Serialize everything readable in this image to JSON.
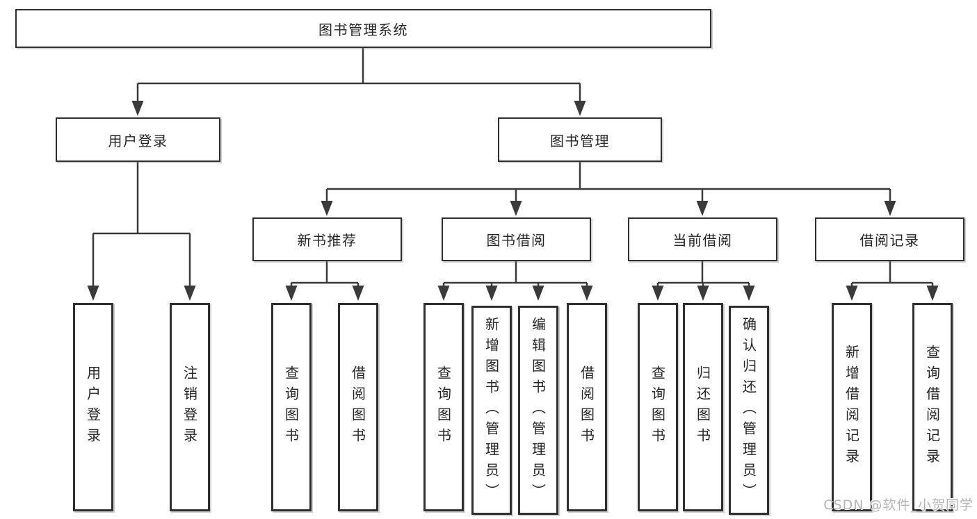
{
  "diagram": {
    "root": "图书管理系统",
    "level2": {
      "user_login": "用户登录",
      "book_mgmt": "图书管理"
    },
    "level3": {
      "new_books": "新书推荐",
      "book_borrow": "图书借阅",
      "current_borrow": "当前借阅",
      "borrow_records": "借阅记录"
    },
    "leaves": {
      "user_login": [
        "用户登录",
        "注销登录"
      ],
      "new_books": [
        "查询图书",
        "借阅图书"
      ],
      "book_borrow": [
        "查询图书",
        "新增图书（管理员）",
        "编辑图书（管理员）",
        "借阅图书"
      ],
      "current_borrow": [
        "查询图书",
        "归还图书",
        "确认归还（管理员）"
      ],
      "borrow_records": [
        "新增借阅记录",
        "查询借阅记录"
      ]
    }
  },
  "watermark": "CSDN @软件_小贺同学",
  "colors": {
    "line": "#3a3a3a",
    "box_border": "#2f2f2f",
    "text": "#262626",
    "watermark_text": "#b5b5b5",
    "background": "#ffffff"
  }
}
